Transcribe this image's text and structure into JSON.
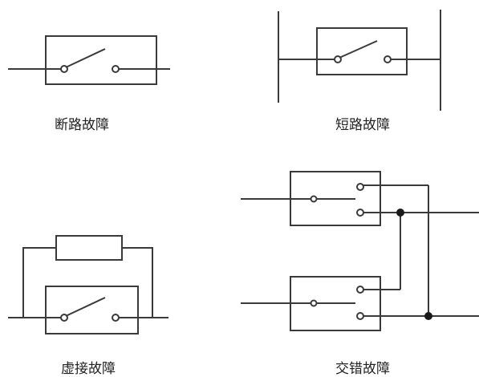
{
  "figure": {
    "colors": {
      "line": "#3a3a3a",
      "fill": "#ffffff",
      "text": "#222222"
    },
    "panels": [
      {
        "id": "open-circuit",
        "caption": "断路故障"
      },
      {
        "id": "short-circuit",
        "caption": "短路故障"
      },
      {
        "id": "virtual-connection",
        "caption": "虚接故障"
      },
      {
        "id": "cross-fault",
        "caption": "交错故障"
      }
    ]
  }
}
